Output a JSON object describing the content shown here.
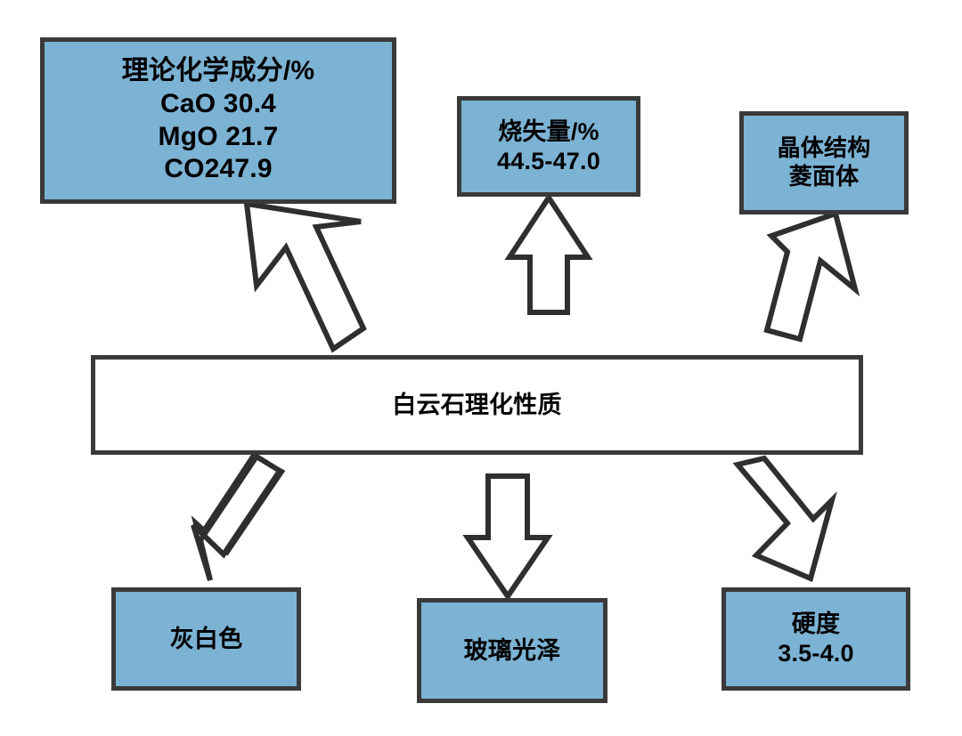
{
  "diagram": {
    "title": "白云石理化性质",
    "type": "flowchart",
    "colors": {
      "node_fill": "#7cb3d4",
      "node_border": "#3a3a3a",
      "arrow_fill": "#ffffff",
      "arrow_stroke": "#2f2f2f",
      "background": "#ffffff",
      "text": "#000000"
    },
    "center": {
      "label": "白云石理化性质"
    },
    "upper_nodes": [
      {
        "name": "composition",
        "lines": [
          "理论化学成分/%",
          "CaO 30.4",
          "MgO 21.7",
          "CO247.9"
        ]
      },
      {
        "name": "loss-on-ignition",
        "lines": [
          "烧失量/%",
          "44.5-47.0"
        ]
      },
      {
        "name": "crystal-structure",
        "lines": [
          "晶体结构",
          "菱面体"
        ]
      }
    ],
    "lower_nodes": [
      {
        "name": "color",
        "lines": [
          "灰白色"
        ]
      },
      {
        "name": "luster",
        "lines": [
          "玻璃光泽"
        ]
      },
      {
        "name": "hardness",
        "lines": [
          "硬度",
          "3.5-4.0"
        ]
      }
    ],
    "arrows": [
      {
        "name": "arrow-to-composition",
        "direction": "up-left"
      },
      {
        "name": "arrow-to-loss-on-ignition",
        "direction": "up"
      },
      {
        "name": "arrow-to-crystal-structure",
        "direction": "up-right"
      },
      {
        "name": "arrow-to-color",
        "direction": "down-left"
      },
      {
        "name": "arrow-to-luster",
        "direction": "down"
      },
      {
        "name": "arrow-to-hardness",
        "direction": "down-right"
      }
    ]
  }
}
